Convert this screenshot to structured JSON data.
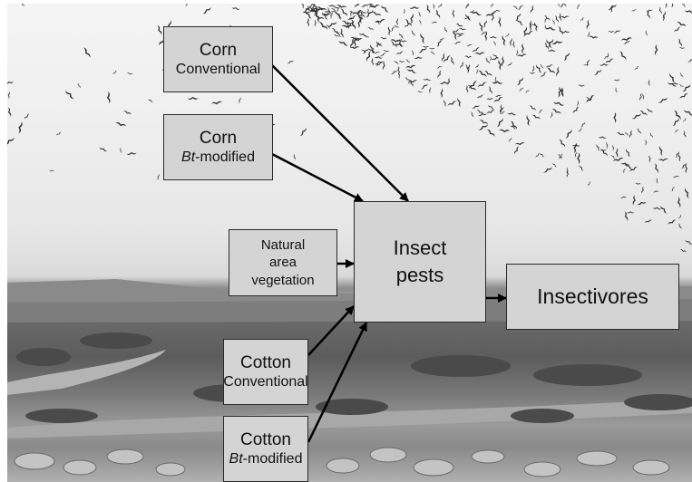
{
  "nodes": {
    "corn_conventional": {
      "title": "Corn",
      "subtitle": "Conventional"
    },
    "corn_bt": {
      "title": "Corn",
      "subtitle_italic": "Bt",
      "subtitle_rest": "-modified"
    },
    "natural_area": {
      "lines": [
        "Natural",
        "area",
        "vegetation"
      ]
    },
    "insect_pests": {
      "lines": [
        "Insect",
        "pests"
      ]
    },
    "insectivores": {
      "label": "Insectivores"
    },
    "cotton_conventional": {
      "title": "Cotton",
      "subtitle": "Conventional"
    },
    "cotton_bt": {
      "title": "Cotton",
      "subtitle_italic": "Bt",
      "subtitle_rest": "-modified"
    }
  },
  "edges": [
    {
      "from": "corn_conventional",
      "to": "insect_pests"
    },
    {
      "from": "corn_bt",
      "to": "insect_pests"
    },
    {
      "from": "natural_area",
      "to": "insect_pests"
    },
    {
      "from": "cotton_conventional",
      "to": "insect_pests"
    },
    {
      "from": "cotton_bt",
      "to": "insect_pests"
    },
    {
      "from": "insect_pests",
      "to": "insectivores"
    }
  ],
  "colors": {
    "box_fill": "#d4d4d4",
    "box_border": "#2a2a2a",
    "arrow": "#000000",
    "sky": "#eeeeee",
    "vegetation": "#5c5c5c"
  },
  "background": {
    "description_icon": "bat-swarm-photo"
  }
}
